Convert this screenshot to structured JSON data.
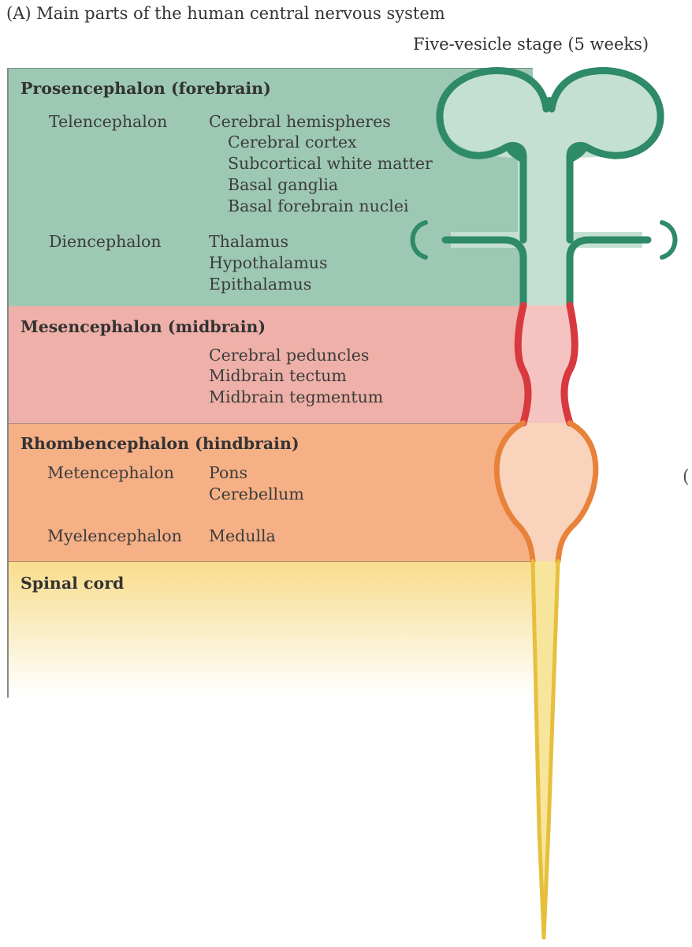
{
  "title": "(A) Main parts of the human central nervous system",
  "stage_label": "Five-vesicle stage (5 weeks)",
  "regions": {
    "prosencephalon": {
      "heading": "Prosencephalon (forebrain)",
      "telencephalon": {
        "label": "Telencephalon",
        "items": [
          "Cerebral hemispheres",
          "Cerebral cortex",
          "Subcortical white matter",
          "Basal ganglia",
          "Basal forebrain nuclei"
        ]
      },
      "diencephalon": {
        "label": "Diencephalon",
        "items": [
          "Thalamus",
          "Hypothalamus",
          "Epithalamus"
        ]
      }
    },
    "mesencephalon": {
      "heading": "Mesencephalon (midbrain)",
      "items": [
        "Cerebral peduncles",
        "Midbrain tectum",
        "Midbrain tegmentum"
      ]
    },
    "rhombencephalon": {
      "heading": "Rhombencephalon (hindbrain)",
      "metencephalon": {
        "label": "Metencephalon",
        "items": [
          "Pons",
          "Cerebellum"
        ]
      },
      "myelencephalon": {
        "label": "Myelencephalon",
        "items": [
          "Medulla"
        ]
      }
    },
    "spinal_cord": {
      "heading": "Spinal cord"
    }
  },
  "edge_mark": "(",
  "colors": {
    "forebrain_band": "#9dc8b4",
    "forebrain_wall": "#2e8a68",
    "forebrain_fill": "#c4e0d2",
    "midbrain_band": "#eeb0a8",
    "midbrain_wall": "#d8383f",
    "midbrain_fill": "#f6c4c0",
    "hindbrain_band": "#f6b086",
    "hindbrain_wall": "#e8823a",
    "hindbrain_fill": "#f9d3bb",
    "spinal_band": "#f9dc8c",
    "spinal_wall": "#e6bf3c",
    "spinal_fill": "#f7e59c"
  }
}
